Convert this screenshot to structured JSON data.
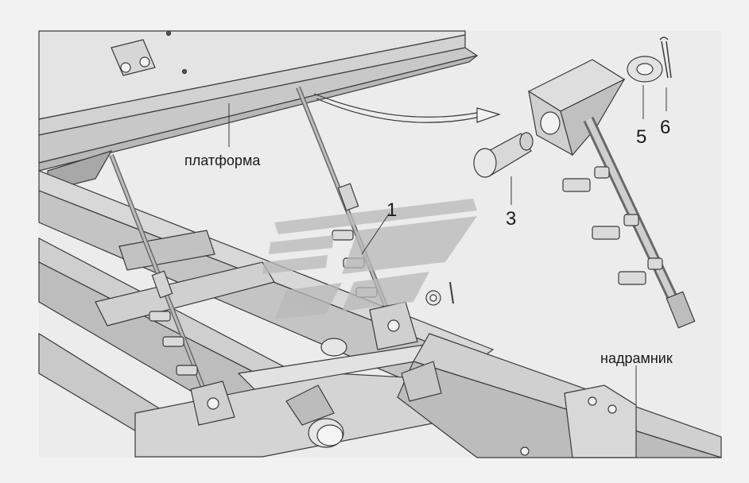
{
  "labels": {
    "platform": "платформа",
    "subframe": "надрамник",
    "callout_1": "1",
    "callout_3": "3",
    "callout_5": "5",
    "callout_6": "6"
  },
  "colors": {
    "background": "#f2f2f2",
    "metal_light": "#dcdcdc",
    "metal_mid": "#c6c6c6",
    "metal_dark": "#9a9a9a",
    "outline": "#3a3a3a",
    "watermark": "#b9b9b9"
  },
  "icons": [
    "watermark-logo"
  ]
}
